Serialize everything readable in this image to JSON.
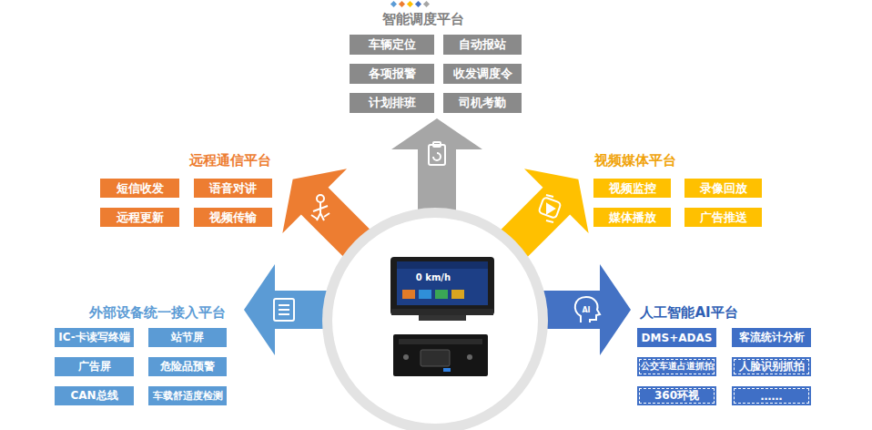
{
  "diagram": {
    "nodes": [
      {
        "text": [
          "车辆定位"
        ]
      },
      {
        "text": [
          "自动报站"
        ]
      },
      {
        "text": [
          "各项报警"
        ]
      },
      {
        "text": [
          "收发调度令"
        ]
      },
      {
        "text": [
          "计划排班"
        ]
      },
      {
        "text": [
          "司机考勤"
        ]
      },
      {
        "text": [
          "短信收发"
        ]
      },
      {
        "text": [
          "语音对讲"
        ]
      },
      {
        "text": [
          "远程更新"
        ]
      },
      {
        "text": [
          "视频传输"
        ]
      },
      {
        "text": [
          "视频监控"
        ]
      },
      {
        "text": [
          "录像回放"
        ]
      },
      {
        "text": [
          "媒体播放"
        ]
      },
      {
        "text": [
          "广告推送"
        ]
      },
      {
        "text": [
          "IC-卡读写终端"
        ]
      },
      {
        "text": [
          "站节屏"
        ]
      },
      {
        "text": [
          "广告屏"
        ]
      },
      {
        "text": [
          "危险品预警"
        ]
      },
      {
        "text": [
          "CAN总线"
        ]
      },
      {
        "text": [
          "车载舒适度检测"
        ]
      },
      {
        "text": [
          "DMS+ADAS"
        ]
      },
      {
        "text": [
          "客流统计分析"
        ]
      },
      {
        "text": [
          "公交车道占道抓拍"
        ]
      },
      {
        "text": [
          "人脸识别抓拍"
        ]
      },
      {
        "text": [
          "360环视"
        ]
      },
      {
        "text": [
          "……"
        ]
      }
    ],
    "labels": [
      "智能调度平台",
      "远程通信平台",
      "视频媒体平台",
      "外部设备统一接入平台",
      "人工智能AI平台",
      "AI",
      "0 km/h"
    ]
  }
}
